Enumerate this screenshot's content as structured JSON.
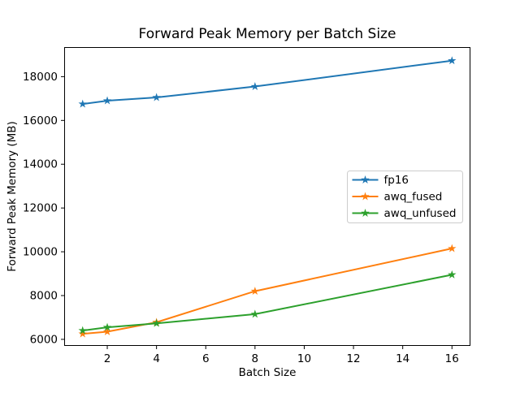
{
  "chart_data": {
    "type": "line",
    "title": "Forward Peak Memory per Batch Size",
    "xlabel": "Batch Size",
    "ylabel": "Forward Peak Memory (MB)",
    "x": [
      1,
      2,
      4,
      8,
      16
    ],
    "series": [
      {
        "name": "fp16",
        "color": "#1f77b4",
        "values": [
          16750,
          16900,
          17050,
          17550,
          18730
        ]
      },
      {
        "name": "awq_fused",
        "color": "#ff7f0e",
        "values": [
          6250,
          6350,
          6780,
          8200,
          10150
        ]
      },
      {
        "name": "awq_unfused",
        "color": "#2ca02c",
        "values": [
          6400,
          6550,
          6730,
          7150,
          8950
        ]
      }
    ],
    "marker": "star",
    "xlim": [
      0.25,
      16.75
    ],
    "ylim": [
      5700,
      19350
    ],
    "xticks": [
      2,
      4,
      6,
      8,
      10,
      12,
      14,
      16
    ],
    "yticks": [
      6000,
      8000,
      10000,
      12000,
      14000,
      16000,
      18000
    ],
    "grid": false,
    "legend_position": "center right",
    "axis_color": "#000000",
    "background_color": "#ffffff",
    "legend_border_color": "#cccccc"
  }
}
